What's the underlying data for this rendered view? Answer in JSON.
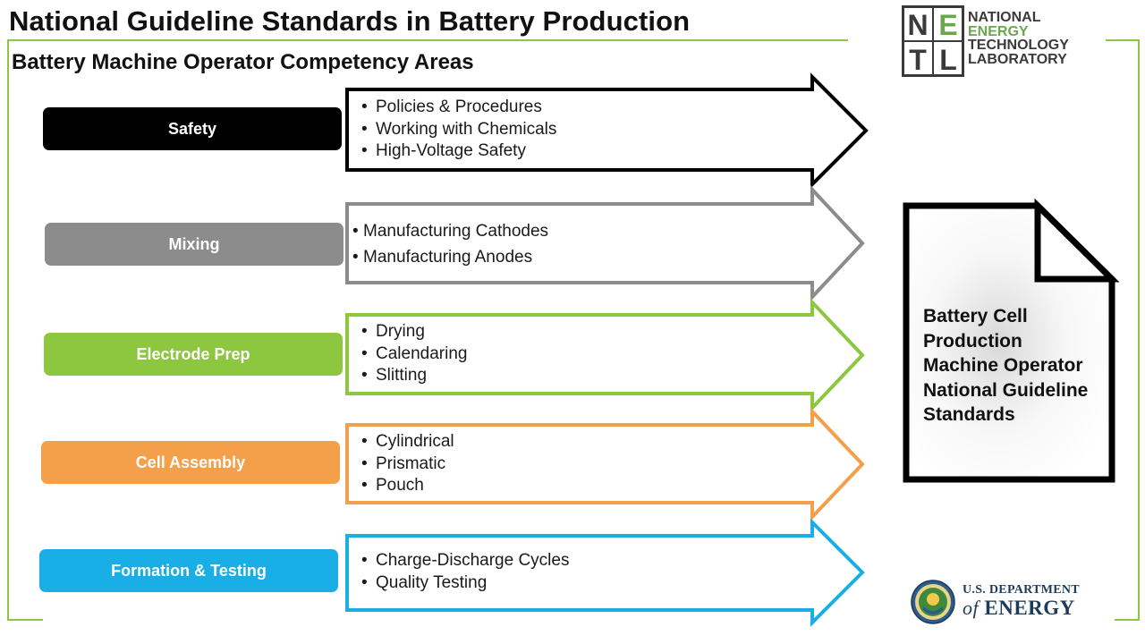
{
  "title": "National Guideline Standards in Battery Production",
  "subtitle": "Battery Machine Operator Competency Areas",
  "areas": [
    {
      "label": "Safety",
      "color": "#000000",
      "items": [
        "Policies & Procedures",
        "Working with Chemicals",
        "High-Voltage Safety"
      ]
    },
    {
      "label": "Mixing",
      "color": "#8c8c8c",
      "items": [
        "Manufacturing Cathodes",
        "Manufacturing Anodes"
      ]
    },
    {
      "label": "Electrode Prep",
      "color": "#8dc63f",
      "items": [
        "Drying",
        "Calendaring",
        "Slitting"
      ]
    },
    {
      "label": "Cell Assembly",
      "color": "#f4a04a",
      "items": [
        "Cylindrical",
        "Prismatic",
        "Pouch"
      ]
    },
    {
      "label": "Formation & Testing",
      "color": "#1aaee6",
      "items": [
        "Charge-Discharge Cycles",
        "Quality Testing"
      ]
    }
  ],
  "document": {
    "lines": [
      "Battery Cell",
      "Production",
      "Machine Operator",
      "National Guideline",
      "Standards"
    ]
  },
  "netl_logo": {
    "letters": [
      "N",
      "E",
      "T",
      "L"
    ],
    "lines": [
      "NATIONAL",
      "ENERGY",
      "TECHNOLOGY",
      "LABORATORY"
    ],
    "icon": "netl-logo-icon"
  },
  "doe_logo": {
    "line1": "U.S. DEPARTMENT",
    "of": "of",
    "energy": "ENERGY",
    "icon": "doe-seal-icon"
  },
  "colors": {
    "frame": "#8dc63f"
  }
}
